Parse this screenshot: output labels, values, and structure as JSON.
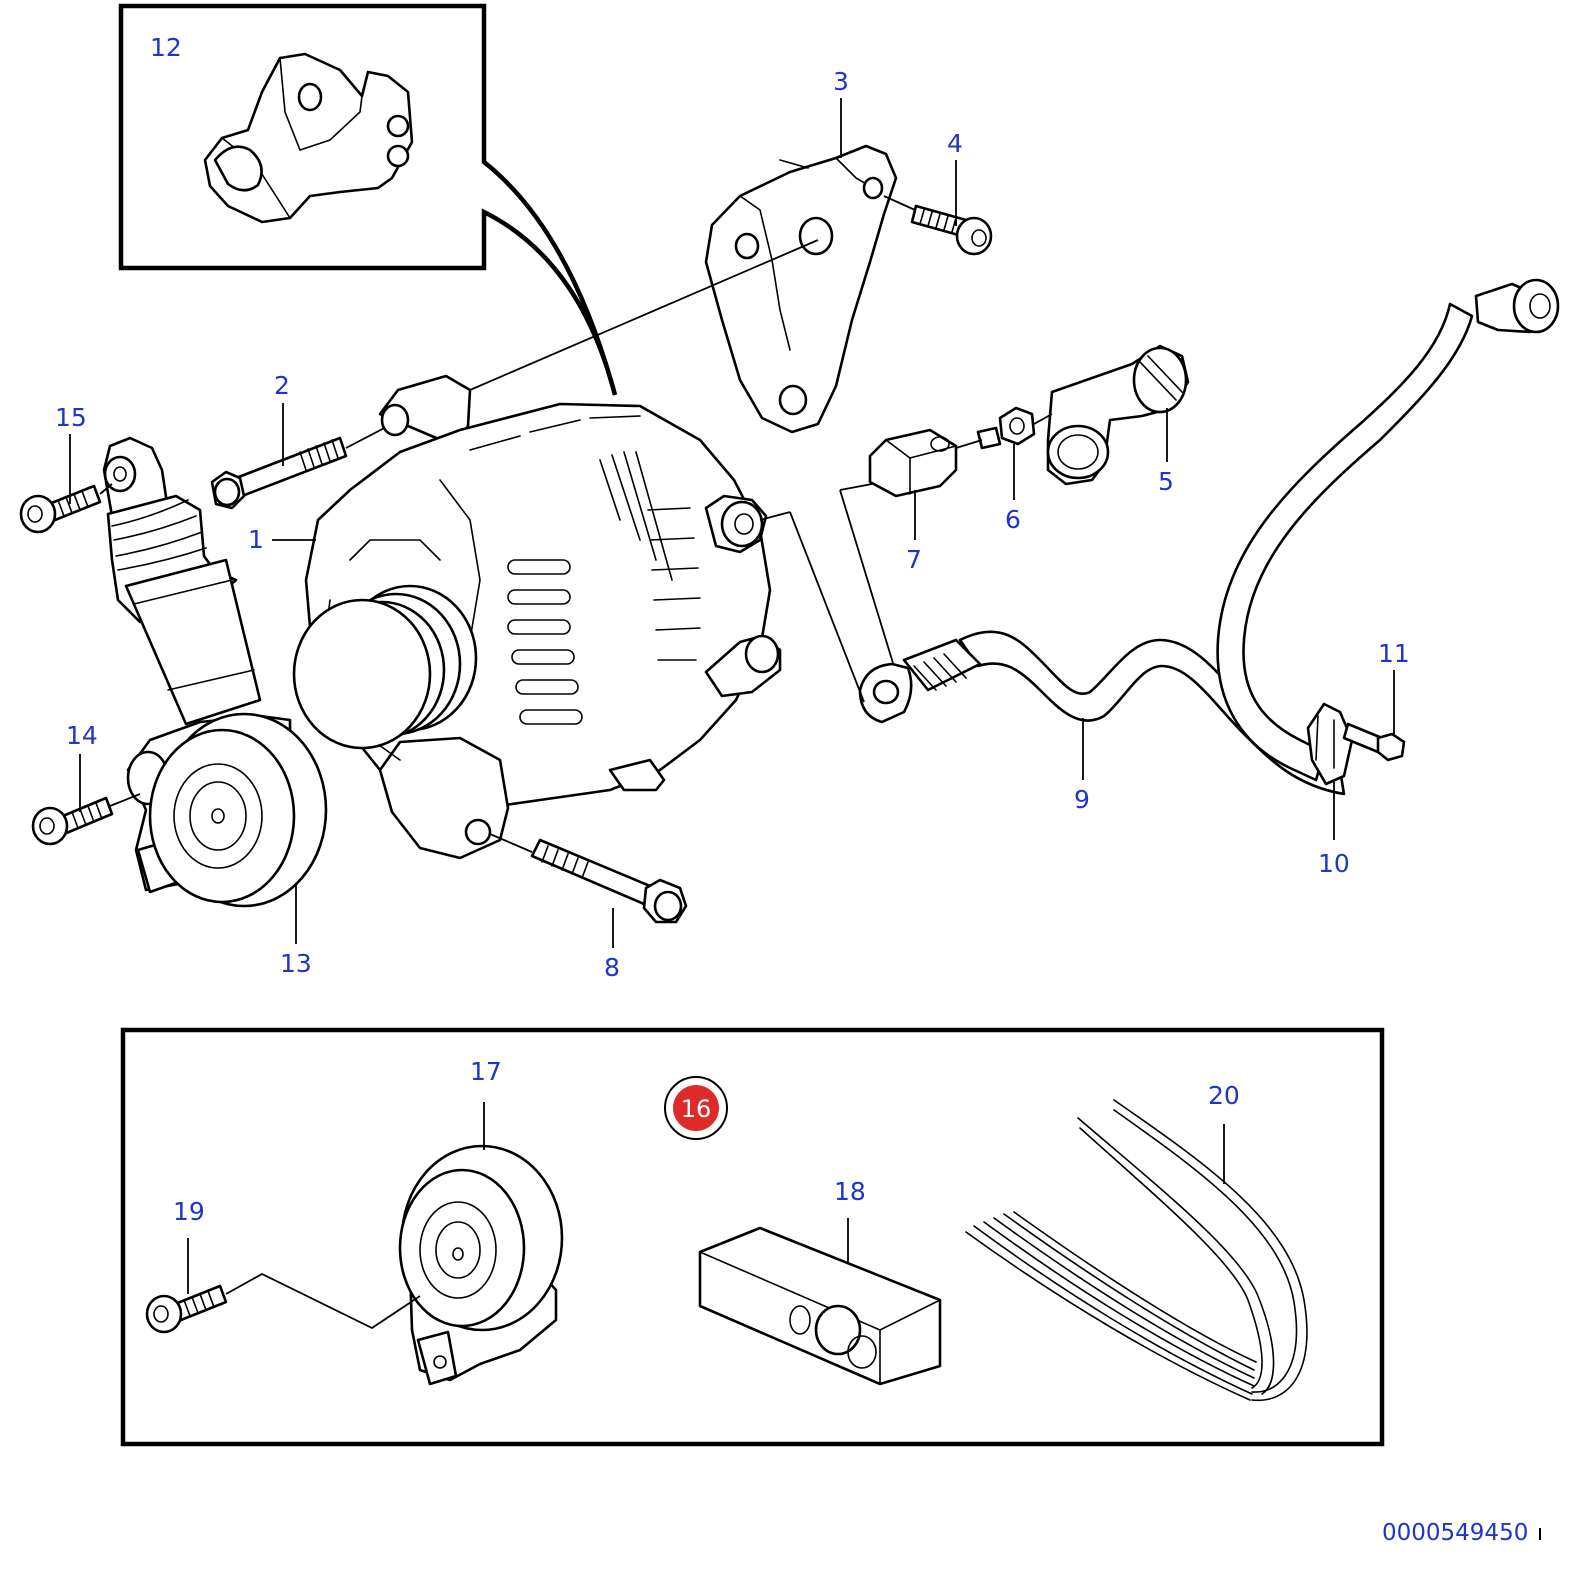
{
  "colors": {
    "callout_text": "#1f34cc",
    "kit_badge_fill": "#e02a2a",
    "kit_badge_text": "#ffffff",
    "line": "#000000"
  },
  "callouts": [
    "1",
    "2",
    "3",
    "4",
    "5",
    "6",
    "7",
    "8",
    "9",
    "10",
    "11",
    "12",
    "13",
    "14",
    "15",
    "17",
    "18",
    "19",
    "20"
  ],
  "kit_badge": "16",
  "doc_id": "0000549450"
}
